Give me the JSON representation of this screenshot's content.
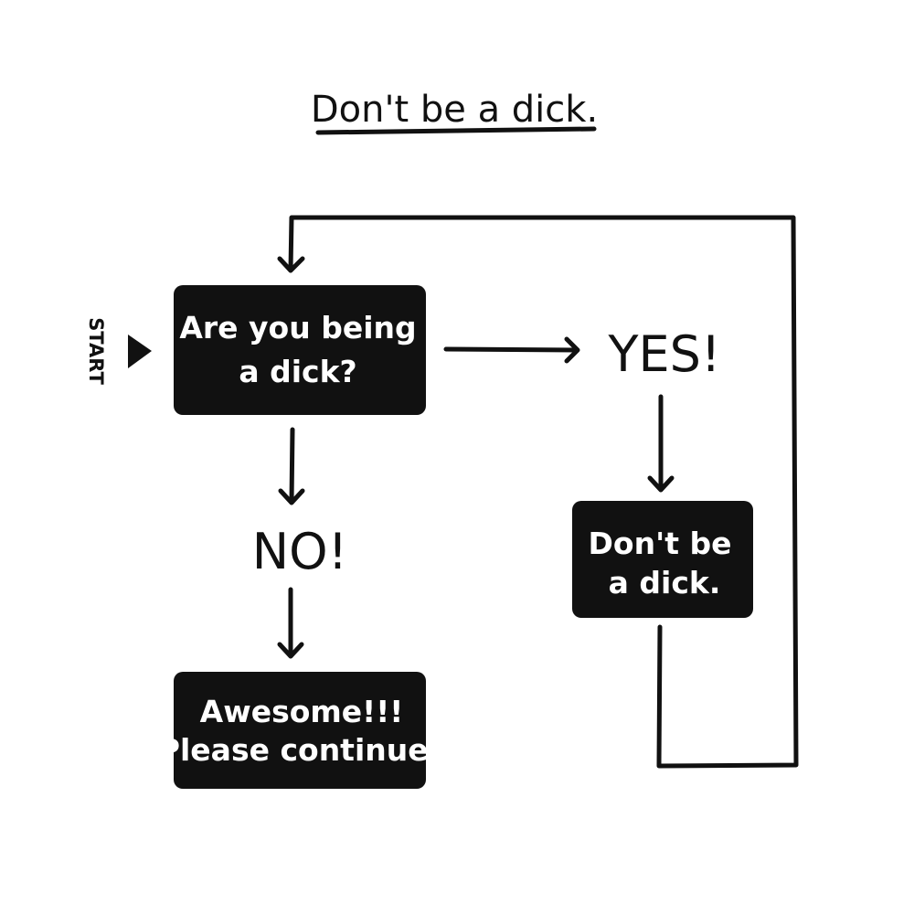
{
  "title": "Don't be a dick.",
  "start_label": "START",
  "nodes": {
    "question": {
      "line1": "Are you being",
      "line2": "a  dick?"
    },
    "yes": "YES!",
    "no": "NO!",
    "dont": {
      "line1": "Don't be",
      "line2": "a dick."
    },
    "awesome": {
      "line1": "Awesome!!!",
      "line2": "Please continue."
    }
  },
  "colors": {
    "ink": "#111111",
    "background": "#ffffff",
    "box_text": "#ffffff"
  }
}
